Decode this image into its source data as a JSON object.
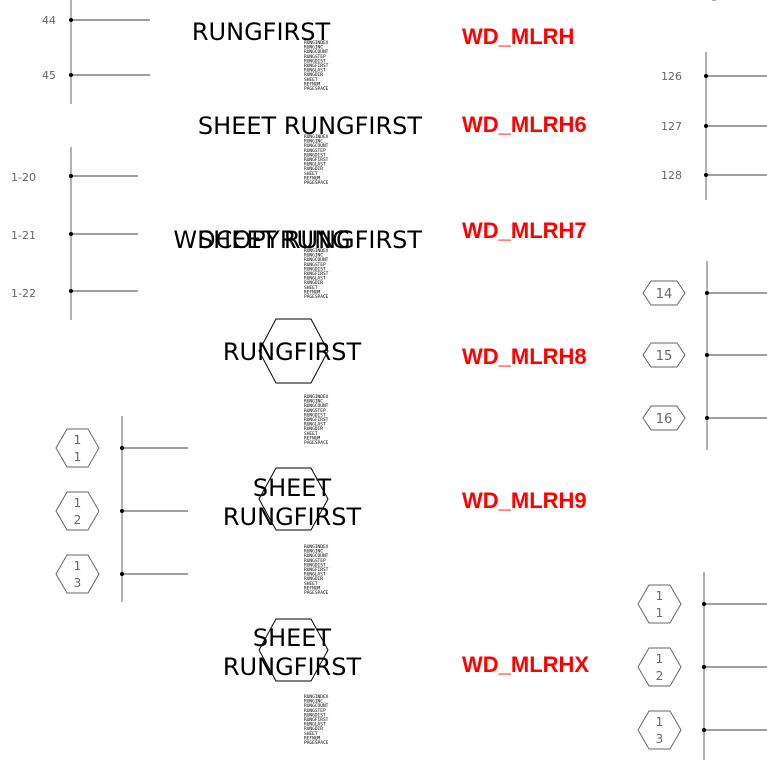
{
  "colors": {
    "label": "#ff0000",
    "rung_line": "#666666",
    "block_text": "#000000",
    "hex_outline": "#666666"
  },
  "ladders": {
    "top_left": {
      "rungs": [
        "44",
        "45"
      ]
    },
    "left_mid": {
      "rungs": [
        "1-20",
        "1-21",
        "1-22"
      ]
    },
    "top_right": {
      "rungs": [
        "126",
        "127",
        "128"
      ]
    },
    "right_hex": {
      "rungs": [
        "14",
        "15",
        "16"
      ]
    },
    "left_hex_stack": {
      "rungs": [
        {
          "top": "1",
          "bottom": "1"
        },
        {
          "top": "1",
          "bottom": "2"
        },
        {
          "top": "1",
          "bottom": "3"
        }
      ]
    },
    "right_hex_stack": {
      "rungs": [
        {
          "top": "1",
          "bottom": "1"
        },
        {
          "top": "1",
          "bottom": "2"
        },
        {
          "top": "1",
          "bottom": "3"
        }
      ]
    }
  },
  "blocks": [
    {
      "label": "WD_MLRH",
      "lines": [
        "RUNGFIRST"
      ],
      "hex": false
    },
    {
      "label": "WD_MLRH6",
      "lines": [
        "SHEET RUNGFIRST"
      ],
      "hex": false
    },
    {
      "label": "WD_MLRH7",
      "lines": [
        "WDCOPYRUNG",
        "SHEET RUNGFIRST"
      ],
      "hex": false
    },
    {
      "label": "WD_MLRH8",
      "lines": [
        "RUNGFIRST"
      ],
      "hex": true
    },
    {
      "label": "WD_MLRH9",
      "lines": [
        "SHEET",
        "RUNGFIRST"
      ],
      "hex": true
    },
    {
      "label": "WD_MLRHX",
      "lines": [
        "SHEET",
        "RUNGFIRST"
      ],
      "hex": true
    }
  ],
  "attribute_lines": [
    "RUNGINDEX",
    "RUNGINC",
    "RUNGCOUNT",
    "RUNGSTEP",
    "RUNGDIST",
    "RUNGFIRST",
    "RUNGLAST",
    "RUNGDIR",
    "SHEET",
    "REFNUM",
    "PAGESPACE"
  ]
}
